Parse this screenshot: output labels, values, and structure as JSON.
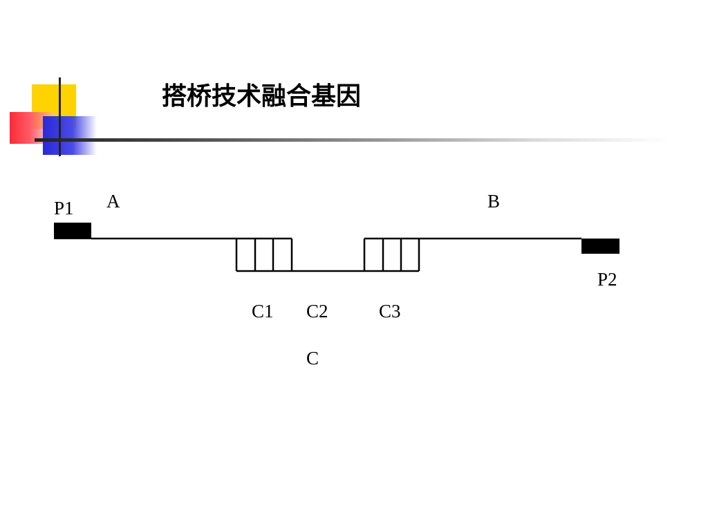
{
  "slide": {
    "title": "搭桥技术融合基因"
  },
  "diagram": {
    "labels": {
      "p1": "P1",
      "a": "A",
      "b": "B",
      "p2": "P2",
      "c1": "C1",
      "c2": "C2",
      "c3": "C3",
      "c": "C"
    }
  }
}
